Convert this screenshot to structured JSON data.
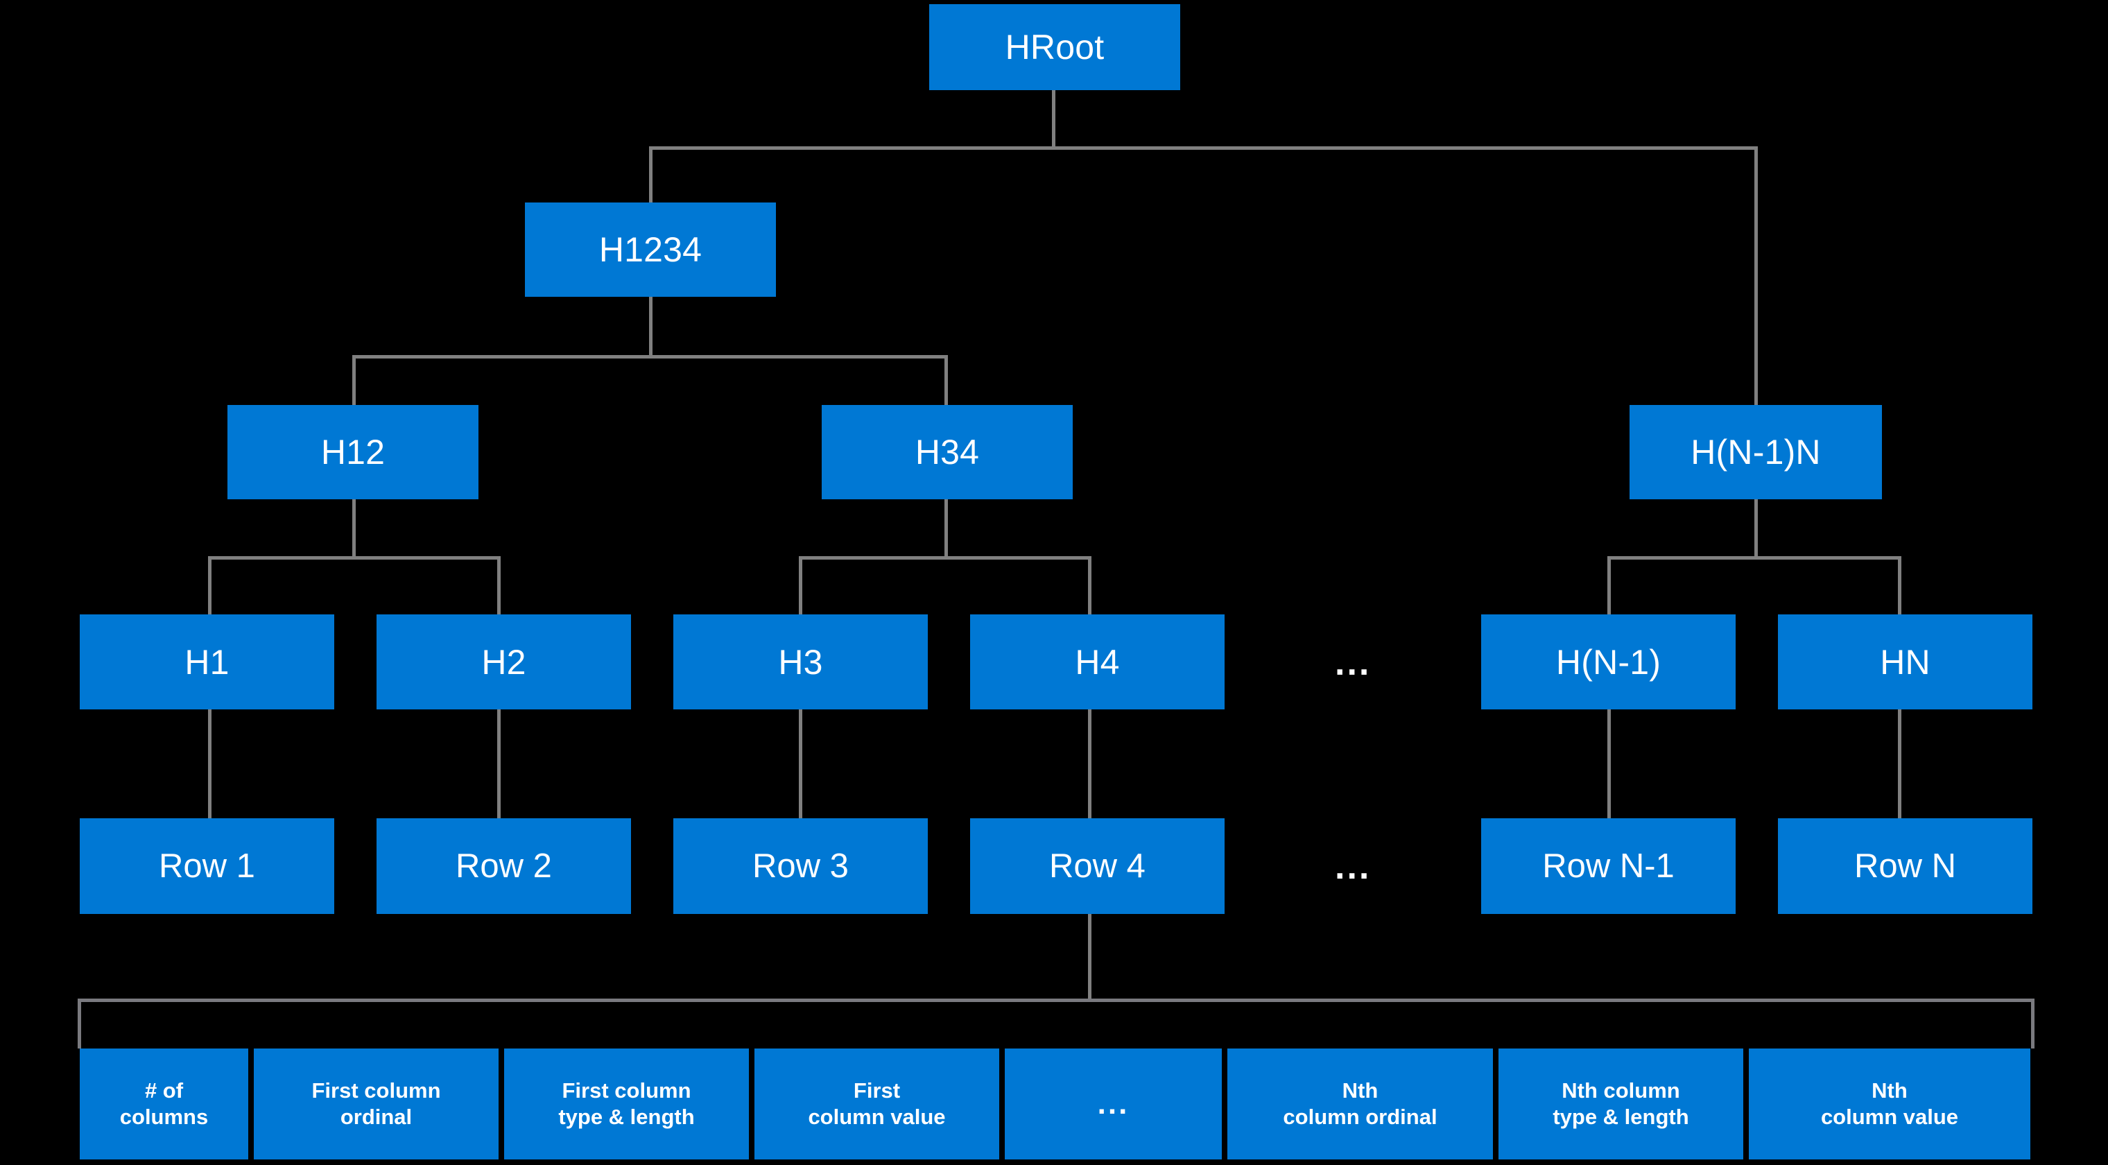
{
  "diagram": {
    "title": "Hash tree over table rows with row column layout",
    "background_color": "#000000",
    "node_color": "#0078D4",
    "node_text_color": "#FFFFFF",
    "connector_color": "#808080",
    "ellipsis_symbol": "..."
  },
  "levels": {
    "root": {
      "label": "HRoot"
    },
    "level2": {
      "label": "H1234"
    },
    "level3": [
      {
        "label": "H12"
      },
      {
        "label": "H34"
      },
      {
        "label": "H(N-1)N"
      }
    ],
    "level4": [
      {
        "label": "H1"
      },
      {
        "label": "H2"
      },
      {
        "label": "H3"
      },
      {
        "label": "H4"
      },
      {
        "label": "H(N-1)"
      },
      {
        "label": "HN"
      }
    ],
    "level4_ellipsis": "...",
    "rows": [
      {
        "label": "Row 1"
      },
      {
        "label": "Row 2"
      },
      {
        "label": "Row 3"
      },
      {
        "label": "Row 4"
      },
      {
        "label": "Row N-1"
      },
      {
        "label": "Row N"
      }
    ],
    "rows_ellipsis": "...",
    "row_fields": [
      {
        "label": "# of\ncolumns"
      },
      {
        "label": "First column\nordinal"
      },
      {
        "label": "First column\ntype & length"
      },
      {
        "label": "First\ncolumn value"
      },
      {
        "label": "..."
      },
      {
        "label": "Nth\ncolumn ordinal"
      },
      {
        "label": "Nth column\ntype & length"
      },
      {
        "label": "Nth\ncolumn value"
      }
    ]
  }
}
